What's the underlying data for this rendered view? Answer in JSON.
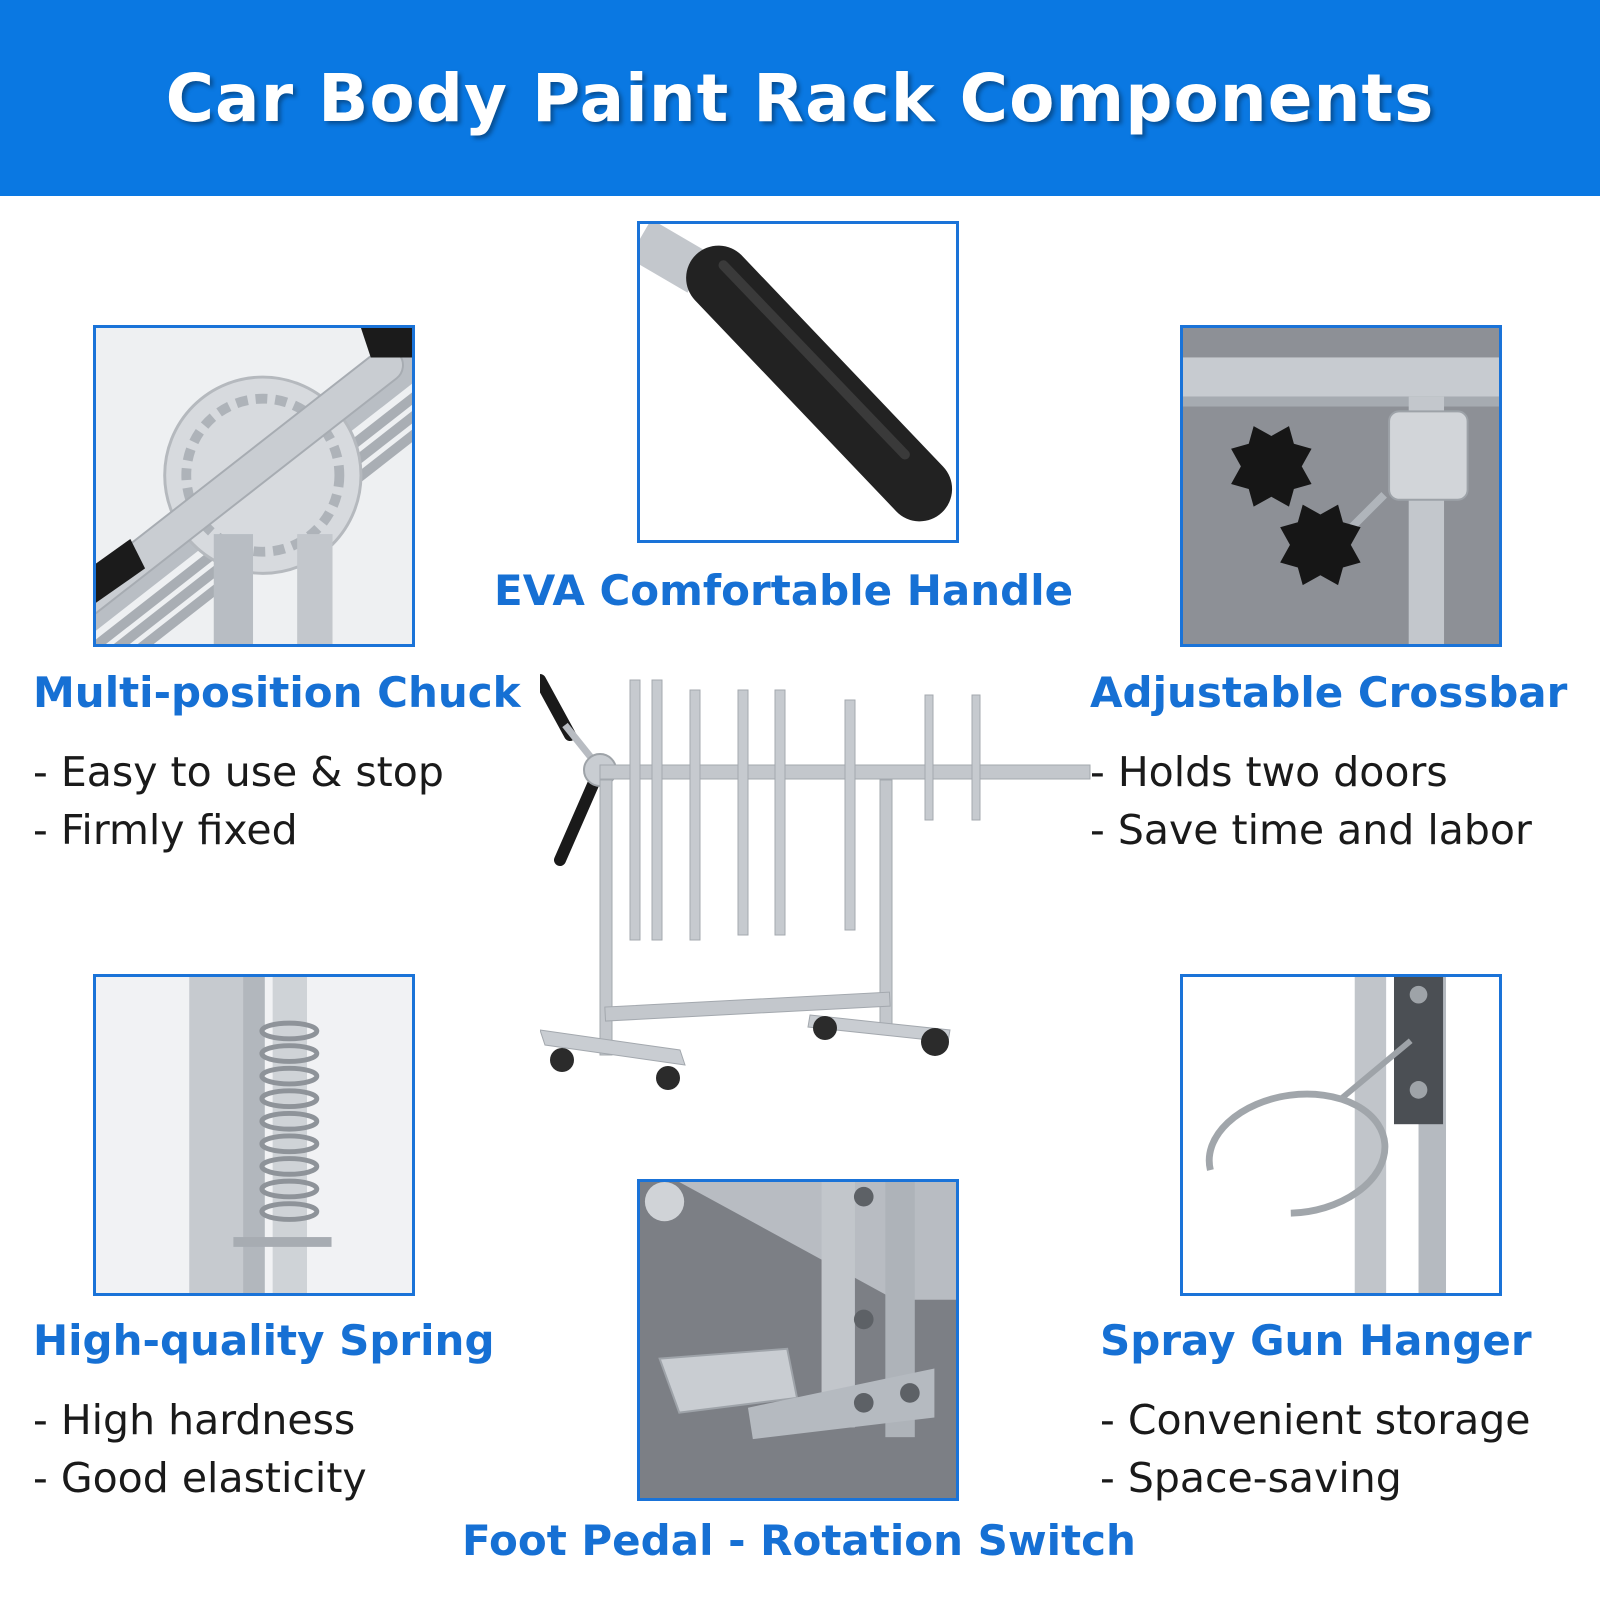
{
  "title": "Car Body Paint Rack Components",
  "colors": {
    "header_bg": "#0a78e2",
    "accent_blue": "#1670d4",
    "text": "#1a1a1a"
  },
  "components": {
    "handle": {
      "heading": "EVA Comfortable Handle"
    },
    "chuck": {
      "heading": "Multi-position Chuck",
      "bullets": [
        "- Easy to use & stop",
        "- Firmly fixed"
      ]
    },
    "crossbar": {
      "heading": "Adjustable Crossbar",
      "bullets": [
        "- Holds two doors",
        "- Save time and labor"
      ]
    },
    "spring": {
      "heading": "High-quality Spring",
      "bullets": [
        "- High hardness",
        "- Good elasticity"
      ]
    },
    "hanger": {
      "heading": "Spray Gun Hanger",
      "bullets": [
        "- Convenient storage",
        "- Space-saving"
      ]
    },
    "pedal": {
      "heading": "Foot Pedal - Rotation Switch"
    }
  }
}
